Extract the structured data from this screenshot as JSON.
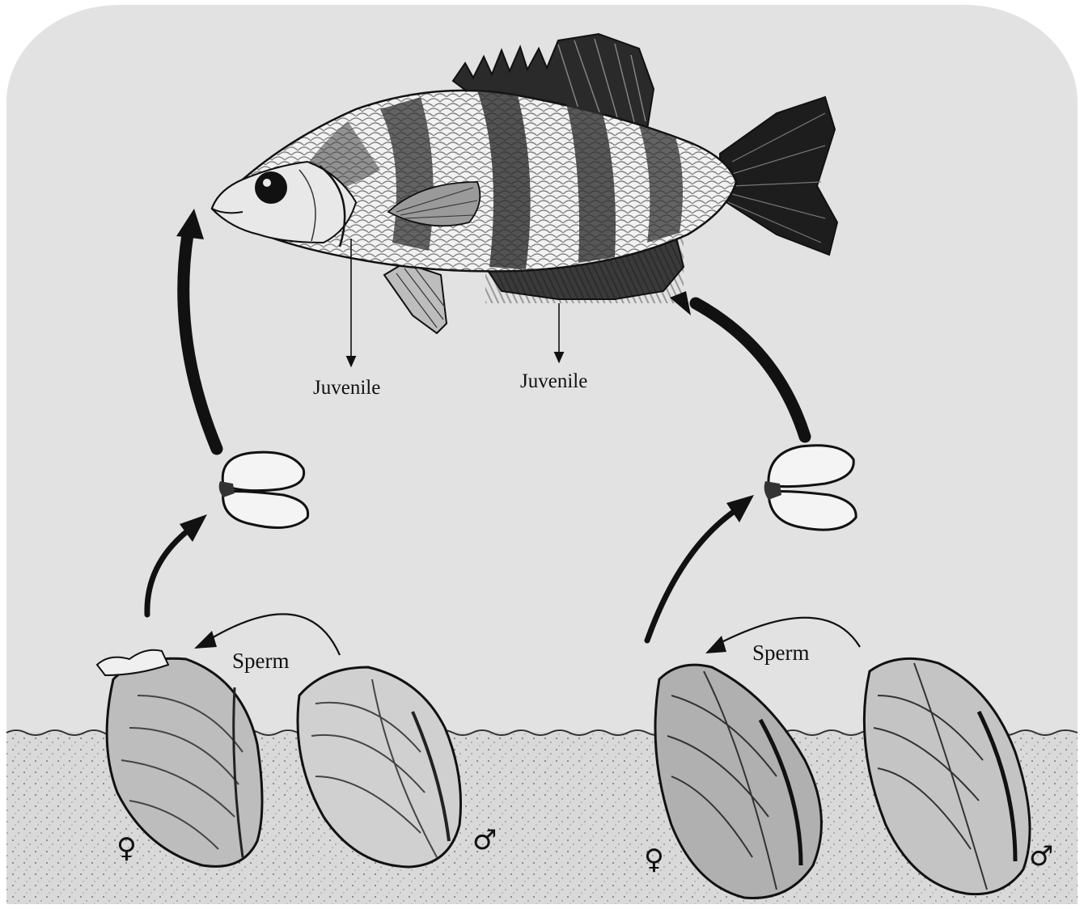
{
  "colors": {
    "background_panel": "#e2e2e2",
    "sediment": "#d8d8d8",
    "ink": "#111111"
  },
  "labels": {
    "juvenile_left": "Juvenile",
    "juvenile_right": "Juvenile",
    "sperm_left": "Sperm",
    "sperm_right": "Sperm"
  },
  "symbols": {
    "female_left": "♀",
    "male_left": "♂",
    "female_right": "♀",
    "male_right": "♂"
  }
}
